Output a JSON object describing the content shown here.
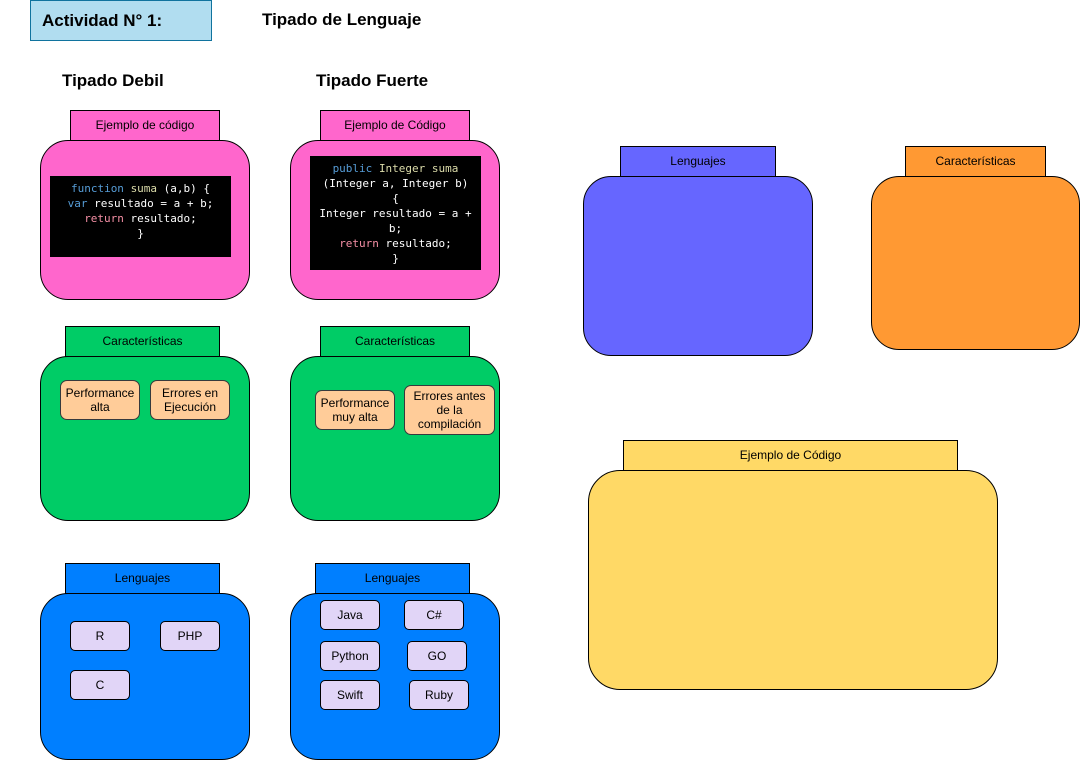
{
  "header": {
    "activity": "Actividad N° 1:",
    "title": "Tipado de Lenguaje"
  },
  "columns": {
    "weak": {
      "title": "Tipado Debil"
    },
    "strong": {
      "title": "Tipado Fuerte"
    }
  },
  "weak": {
    "code_tab": "Ejemplo de código",
    "code": {
      "l1_kw": "function",
      "l1_fn": "suma",
      "l1_rest": " (a,b) {",
      "l2_kw": "var",
      "l2_rest": " resultado = a + b;",
      "l3_kw": "return",
      "l3_rest": " resultado;",
      "l4": "}"
    },
    "features_tab": "Características",
    "features": [
      "Performance alta",
      "Errores en Ejecución"
    ],
    "langs_tab": "Lenguajes",
    "langs": [
      "R",
      "PHP",
      "C"
    ]
  },
  "strong": {
    "code_tab": "Ejemplo de Código",
    "code": {
      "l1_kw": "public",
      "l1_fn": "Integer suma",
      "l2": "(Integer a, Integer b)",
      "l3": "{",
      "l4": "Integer resultado = a +",
      "l5": "b;",
      "l6_kw": "return",
      "l6_rest": " resultado;",
      "l7": "}"
    },
    "features_tab": "Características",
    "features": [
      "Performance muy alta",
      "Errores antes de la compilación"
    ],
    "langs_tab": "Lenguajes",
    "langs": [
      "Java",
      "C#",
      "Python",
      "GO",
      "Swift",
      "Ruby"
    ]
  },
  "empty": {
    "langs_tab": "Lenguajes",
    "features_tab": "Características",
    "code_tab": "Ejemplo de Código"
  },
  "colors": {
    "pink": "#ff66cc",
    "green": "#00cc66",
    "blue": "#007fff",
    "violet": "#6666ff",
    "orange": "#ff9933",
    "yellow": "#ffd966"
  }
}
